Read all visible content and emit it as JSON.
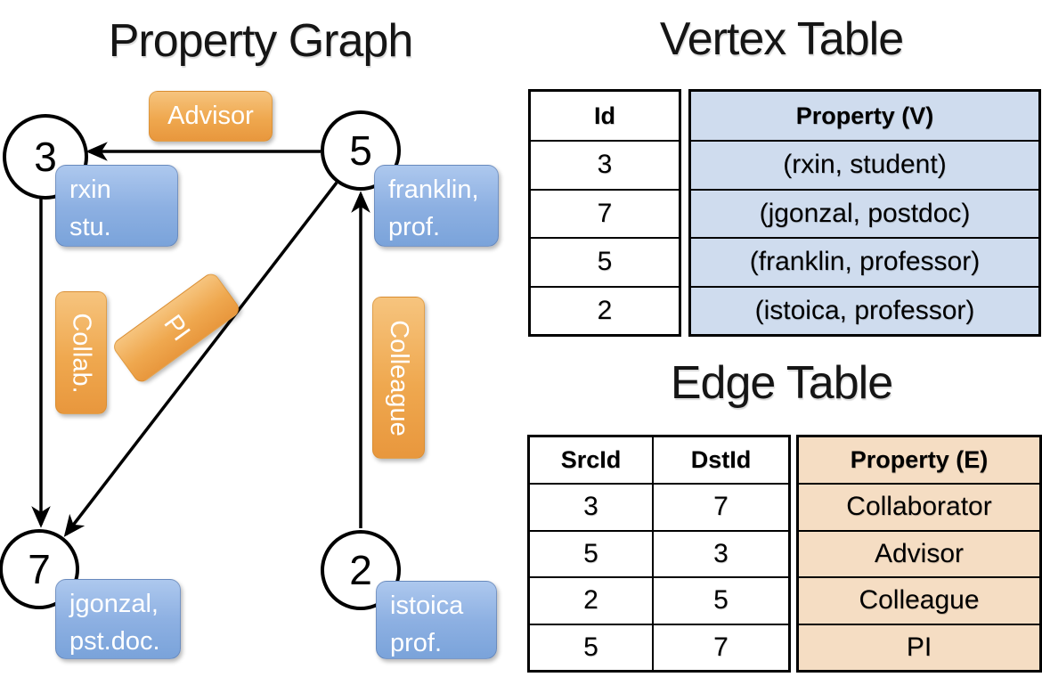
{
  "colors": {
    "edge_label_orange": "#efa84f",
    "vertex_label_blue": "#8db0e2",
    "vertex_table_cell_blue": "#cfdcee",
    "edge_table_cell_tan": "#f5ddc3",
    "line_black": "#000000"
  },
  "graph": {
    "title": "Property Graph",
    "vertices": [
      {
        "id": "3",
        "prop_line1": "rxin",
        "prop_line2": "stu."
      },
      {
        "id": "5",
        "prop_line1": "franklin,",
        "prop_line2": "prof."
      },
      {
        "id": "7",
        "prop_line1": "jgonzal,",
        "prop_line2": "pst.doc."
      },
      {
        "id": "2",
        "prop_line1": "istoica",
        "prop_line2": "prof."
      }
    ],
    "edge_labels": {
      "advisor": "Advisor",
      "collab": "Collab.",
      "pi": "PI",
      "colleague": "Colleague"
    }
  },
  "vertex_table": {
    "title": "Vertex Table",
    "columns": {
      "id": "Id",
      "property": "Property (V)"
    },
    "rows": [
      {
        "id": "3",
        "property": "(rxin, student)"
      },
      {
        "id": "7",
        "property": "(jgonzal, postdoc)"
      },
      {
        "id": "5",
        "property": "(franklin, professor)"
      },
      {
        "id": "2",
        "property": "(istoica, professor)"
      }
    ]
  },
  "edge_table": {
    "title": "Edge Table",
    "columns": {
      "src": "SrcId",
      "dst": "DstId",
      "property": "Property (E)"
    },
    "rows": [
      {
        "src": "3",
        "dst": "7",
        "property": "Collaborator"
      },
      {
        "src": "5",
        "dst": "3",
        "property": "Advisor"
      },
      {
        "src": "2",
        "dst": "5",
        "property": "Colleague"
      },
      {
        "src": "5",
        "dst": "7",
        "property": "PI"
      }
    ]
  }
}
